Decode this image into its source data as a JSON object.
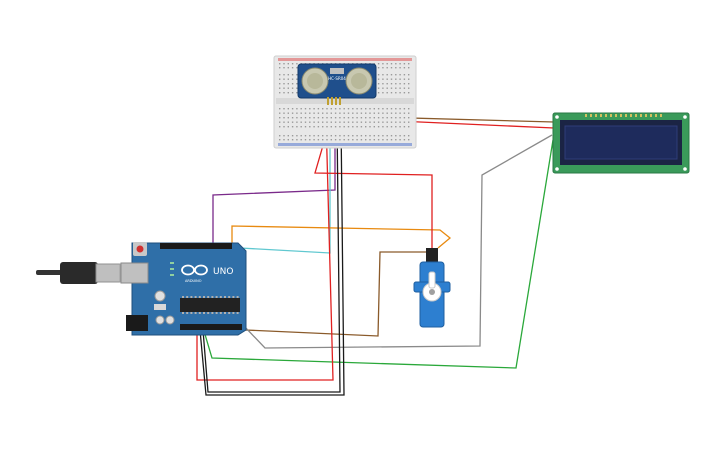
{
  "circuit": {
    "arduino": {
      "brand_label": "UNO",
      "brand_sub": "ARDUINO",
      "icon": "arduino-infinity-icon"
    },
    "sensor": {
      "model_label": "HC-SR04",
      "icon": "ultrasonic-sensor-icon"
    },
    "servo": {
      "icon": "servo-icon"
    },
    "lcd": {
      "icon": "lcd-icon"
    },
    "colors": {
      "board": "#2f6fa8",
      "board_dark": "#1f4f7c",
      "breadboard": "#e8e8e8",
      "lcd_pcb": "#3a9a5a",
      "lcd_screen": "#1e2b5c",
      "servo_body": "#2d7fd0",
      "wire_red": "#e02020",
      "wire_black": "#1a1a1a",
      "wire_green": "#2aa83a",
      "wire_orange": "#e88a10",
      "wire_purple": "#7a2a8a",
      "wire_brown": "#8a5a2a",
      "wire_gray": "#8a8a8a",
      "wire_cyan": "#60c8d0"
    }
  }
}
